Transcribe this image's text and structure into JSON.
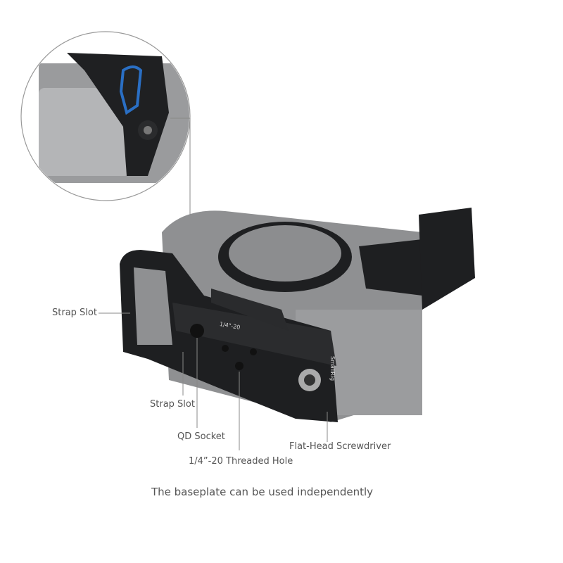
{
  "callouts": {
    "strap_slot_left": "Strap Slot",
    "strap_slot_bottom": "Strap Slot",
    "qd_socket": "QD Socket",
    "threaded_hole": "1/4”-20 Threaded Hole",
    "screwdriver": "Flat-Head Screwdriver"
  },
  "caption": "The baseplate can be used independently",
  "product_engravings": [
    "1/4\"-20",
    "SmallRig"
  ],
  "colors": {
    "cage": "#1e1f21",
    "camera": "#8f9092",
    "highlight": "#2a6fc4",
    "text": "#555555"
  }
}
